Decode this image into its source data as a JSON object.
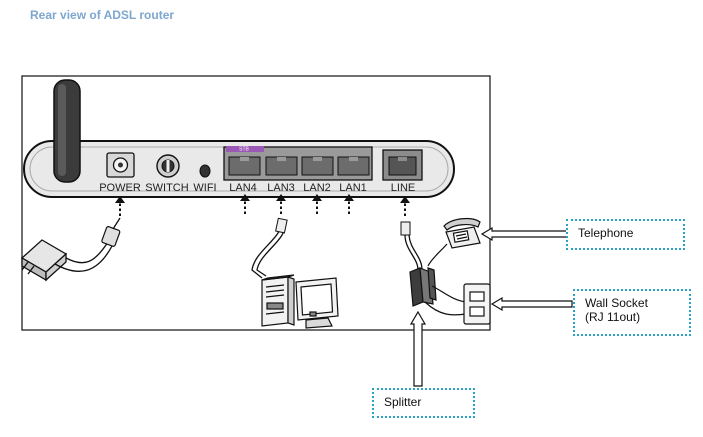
{
  "title": "Rear view of ADSL router",
  "ports": {
    "power": "POWER",
    "switch": "SWITCH",
    "wifi": "WIFI",
    "lan4": "LAN4",
    "lan3": "LAN3",
    "lan2": "LAN2",
    "lan1": "LAN1",
    "line": "LINE",
    "stb": "STB"
  },
  "callouts": {
    "telephone": "Telephone",
    "wall_socket_line1": "Wall Socket",
    "wall_socket_line2": "(RJ 11out)",
    "splitter": "Splitter"
  },
  "colors": {
    "title": "#7da7cf",
    "callout_border": "#27a3c6",
    "stb_bar": "#9b59b6"
  }
}
